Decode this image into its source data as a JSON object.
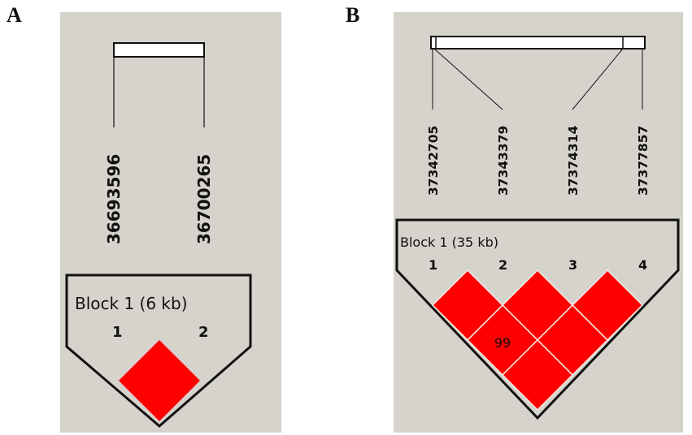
{
  "panels": [
    {
      "letter": "A",
      "positions": [
        "36693596",
        "36700265"
      ],
      "block_label": "Block 1 (6 kb)",
      "marker_numbers": [
        "1",
        "2"
      ],
      "cells": [
        {
          "pair": "1-2",
          "ld": "",
          "color": "#ff0000"
        }
      ]
    },
    {
      "letter": "B",
      "positions": [
        "37342705",
        "37343379",
        "37374314",
        "37377857"
      ],
      "block_label": "Block 1 (35 kb)",
      "marker_numbers": [
        "1",
        "2",
        "3",
        "4"
      ],
      "cells": [
        {
          "pair": "1-2",
          "ld": "",
          "color": "#ff0000"
        },
        {
          "pair": "2-3",
          "ld": "",
          "color": "#ff0000"
        },
        {
          "pair": "3-4",
          "ld": "",
          "color": "#ff0000"
        },
        {
          "pair": "1-3",
          "ld": "99",
          "color": "#ff0000"
        },
        {
          "pair": "2-4",
          "ld": "",
          "color": "#ff0000"
        },
        {
          "pair": "1-4",
          "ld": "",
          "color": "#ff0000"
        }
      ]
    }
  ],
  "colors": {
    "background": "#d6d2cc",
    "ld_high": "#ff0000",
    "outline": "#111111"
  }
}
